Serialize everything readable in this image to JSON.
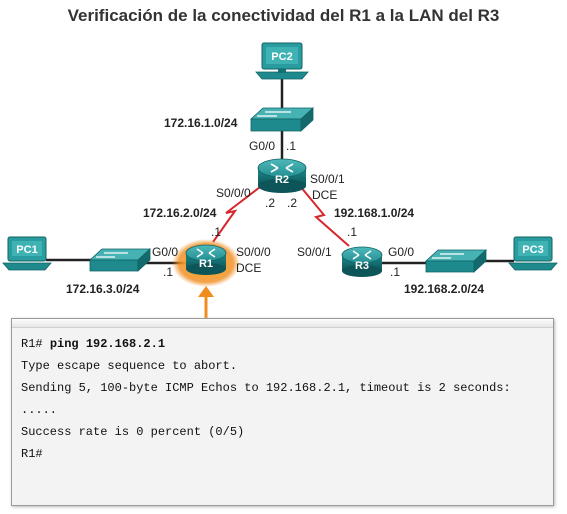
{
  "title": "Verificación de la conectividad del R1 a la LAN del R3",
  "devices": {
    "pc1": "PC1",
    "pc2": "PC2",
    "pc3": "PC3",
    "r1": "R1",
    "r2": "R2",
    "r3": "R3"
  },
  "networks": {
    "lan_r2": "172.16.1.0/24",
    "wan_r1_r2": "172.16.2.0/24",
    "lan_r1": "172.16.3.0/24",
    "wan_r2_r3": "192.168.1.0/24",
    "lan_r3": "192.168.2.0/24"
  },
  "labels": {
    "r2_g00": "G0/0",
    "r2_g00_ip": ".1",
    "r2_s000": "S0/0/0",
    "r2_s000_ip": ".2",
    "r2_s001": "S0/0/1",
    "r2_s001_dce": "DCE",
    "r2_s001_ip": ".2",
    "r1_s000_ip": ".1",
    "r1_g00": "G0/0",
    "r1_g00_ip": ".1",
    "r1_s000": "S0/0/0",
    "r1_dce": "DCE",
    "r3_s001_ip": ".1",
    "r3_s001": "S0/0/1",
    "r3_g00": "G0/0",
    "r3_g00_ip": ".1"
  },
  "terminal": {
    "prompt": "R1#",
    "command": "ping 192.168.2.1",
    "lines": [
      "Type escape sequence to abort.",
      "Sending 5, 100-byte ICMP Echos to 192.168.2.1, timeout is 2 seconds:",
      ".....",
      "Success rate is 0 percent (0/5)",
      "R1#"
    ]
  },
  "colors": {
    "device": "#1f8a8d",
    "device_dark": "#0f5f62",
    "serial_link": "#d8262c",
    "highlight": "#f08c1e",
    "ethernet_link": "#222222"
  }
}
